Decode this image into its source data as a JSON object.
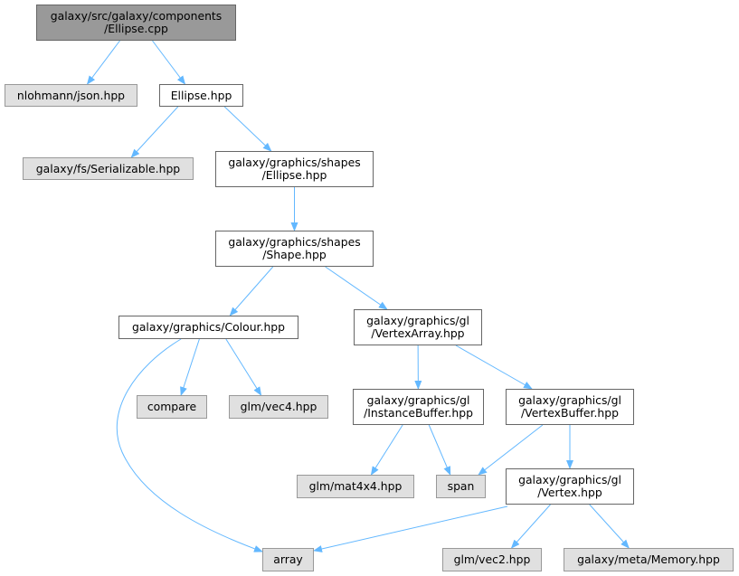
{
  "colors": {
    "edge": "#63b8ff",
    "root_fill": "#999999",
    "documented_fill": "#ffffff",
    "external_fill": "#e0e0e0",
    "border": "#666666"
  },
  "nodes": [
    {
      "id": "root",
      "kind": "root",
      "lines": [
        "galaxy/src/galaxy/components",
        "/Ellipse.cpp"
      ]
    },
    {
      "id": "nlohmann_json",
      "kind": "ext",
      "lines": [
        "nlohmann/json.hpp"
      ]
    },
    {
      "id": "ellipse_hpp",
      "kind": "doc",
      "lines": [
        "Ellipse.hpp"
      ]
    },
    {
      "id": "serializable",
      "kind": "ext",
      "lines": [
        "galaxy/fs/Serializable.hpp"
      ]
    },
    {
      "id": "shapes_ellipse",
      "kind": "doc",
      "lines": [
        "galaxy/graphics/shapes",
        "/Ellipse.hpp"
      ]
    },
    {
      "id": "shapes_shape",
      "kind": "doc",
      "lines": [
        "galaxy/graphics/shapes",
        "/Shape.hpp"
      ]
    },
    {
      "id": "colour",
      "kind": "doc",
      "lines": [
        "galaxy/graphics/Colour.hpp"
      ]
    },
    {
      "id": "vertex_array",
      "kind": "doc",
      "lines": [
        "galaxy/graphics/gl",
        "/VertexArray.hpp"
      ]
    },
    {
      "id": "compare",
      "kind": "ext",
      "lines": [
        "compare"
      ]
    },
    {
      "id": "vec4",
      "kind": "ext",
      "lines": [
        "glm/vec4.hpp"
      ]
    },
    {
      "id": "instance_buffer",
      "kind": "doc",
      "lines": [
        "galaxy/graphics/gl",
        "/InstanceBuffer.hpp"
      ]
    },
    {
      "id": "vertex_buffer",
      "kind": "doc",
      "lines": [
        "galaxy/graphics/gl",
        "/VertexBuffer.hpp"
      ]
    },
    {
      "id": "mat4x4",
      "kind": "ext",
      "lines": [
        "glm/mat4x4.hpp"
      ]
    },
    {
      "id": "span",
      "kind": "ext",
      "lines": [
        "span"
      ]
    },
    {
      "id": "vertex",
      "kind": "doc",
      "lines": [
        "galaxy/graphics/gl",
        "/Vertex.hpp"
      ]
    },
    {
      "id": "array",
      "kind": "ext",
      "lines": [
        "array"
      ]
    },
    {
      "id": "vec2",
      "kind": "ext",
      "lines": [
        "glm/vec2.hpp"
      ]
    },
    {
      "id": "memory",
      "kind": "ext",
      "lines": [
        "galaxy/meta/Memory.hpp"
      ]
    }
  ],
  "edges": [
    [
      "root",
      "nlohmann_json"
    ],
    [
      "root",
      "ellipse_hpp"
    ],
    [
      "ellipse_hpp",
      "serializable"
    ],
    [
      "ellipse_hpp",
      "shapes_ellipse"
    ],
    [
      "shapes_ellipse",
      "shapes_shape"
    ],
    [
      "shapes_shape",
      "colour"
    ],
    [
      "shapes_shape",
      "vertex_array"
    ],
    [
      "colour",
      "array"
    ],
    [
      "colour",
      "compare"
    ],
    [
      "colour",
      "vec4"
    ],
    [
      "vertex_array",
      "instance_buffer"
    ],
    [
      "vertex_array",
      "vertex_buffer"
    ],
    [
      "instance_buffer",
      "mat4x4"
    ],
    [
      "instance_buffer",
      "span"
    ],
    [
      "vertex_buffer",
      "span"
    ],
    [
      "vertex_buffer",
      "vertex"
    ],
    [
      "vertex",
      "array"
    ],
    [
      "vertex",
      "vec2"
    ],
    [
      "vertex",
      "memory"
    ]
  ]
}
